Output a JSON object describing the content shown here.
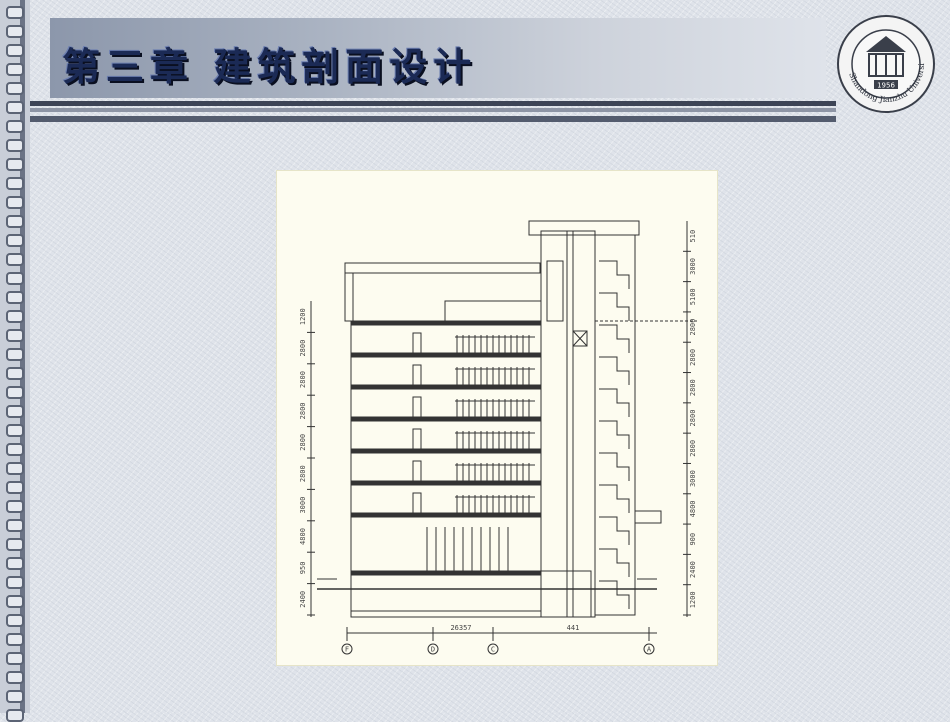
{
  "header": {
    "title": "第三章  建筑剖面设计"
  },
  "logo": {
    "arc_text": "Shandong Jianzhu University",
    "year": "1956"
  },
  "drawing": {
    "total_width_dim": "26357",
    "small_dim": "441",
    "left_dims": [
      "2400",
      "950",
      "4800",
      "3000",
      "2800",
      "2800",
      "2800",
      "2800",
      "2800",
      "1200"
    ],
    "right_dims": [
      "1200",
      "2400",
      "900",
      "4800",
      "3000",
      "2800",
      "2800",
      "2800",
      "2800",
      "2800",
      "5100",
      "3000",
      "510"
    ],
    "axis_labels": [
      "F",
      "D",
      "C",
      "A"
    ]
  }
}
